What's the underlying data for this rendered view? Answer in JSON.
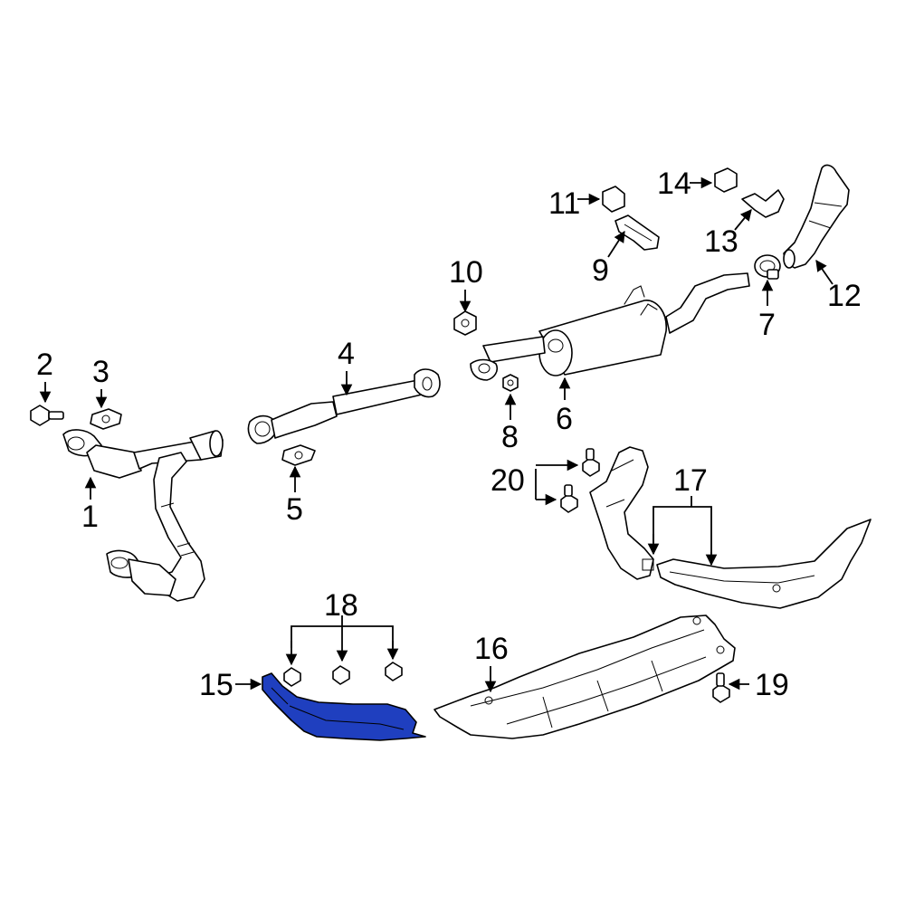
{
  "diagram": {
    "highlight_color": "#1f3fbf",
    "line_color": "#000000",
    "background": "#ffffff"
  },
  "callouts": {
    "c1": "1",
    "c2": "2",
    "c3": "3",
    "c4": "4",
    "c5": "5",
    "c6": "6",
    "c7": "7",
    "c8": "8",
    "c9": "9",
    "c10": "10",
    "c11": "11",
    "c12": "12",
    "c13": "13",
    "c14": "14",
    "c15": "15",
    "c16": "16",
    "c17": "17",
    "c18": "18",
    "c19": "19",
    "c20": "20"
  },
  "parts": [
    {
      "callout": "1",
      "name": "catalytic-converter-y-pipe"
    },
    {
      "callout": "2",
      "name": "bolt"
    },
    {
      "callout": "3",
      "name": "nut-clip"
    },
    {
      "callout": "4",
      "name": "intermediate-pipe"
    },
    {
      "callout": "5",
      "name": "nut-clip"
    },
    {
      "callout": "6",
      "name": "muffler"
    },
    {
      "callout": "7",
      "name": "clamp"
    },
    {
      "callout": "8",
      "name": "nut"
    },
    {
      "callout": "9",
      "name": "hanger-bracket"
    },
    {
      "callout": "10",
      "name": "nut"
    },
    {
      "callout": "11",
      "name": "insulator"
    },
    {
      "callout": "12",
      "name": "tail-pipe"
    },
    {
      "callout": "13",
      "name": "hanger"
    },
    {
      "callout": "14",
      "name": "insulator"
    },
    {
      "callout": "15",
      "name": "heat-shield",
      "highlighted": true
    },
    {
      "callout": "16",
      "name": "heat-shield"
    },
    {
      "callout": "17",
      "name": "heat-shield"
    },
    {
      "callout": "18",
      "name": "bolt"
    },
    {
      "callout": "19",
      "name": "bolt"
    },
    {
      "callout": "20",
      "name": "bolt"
    }
  ]
}
